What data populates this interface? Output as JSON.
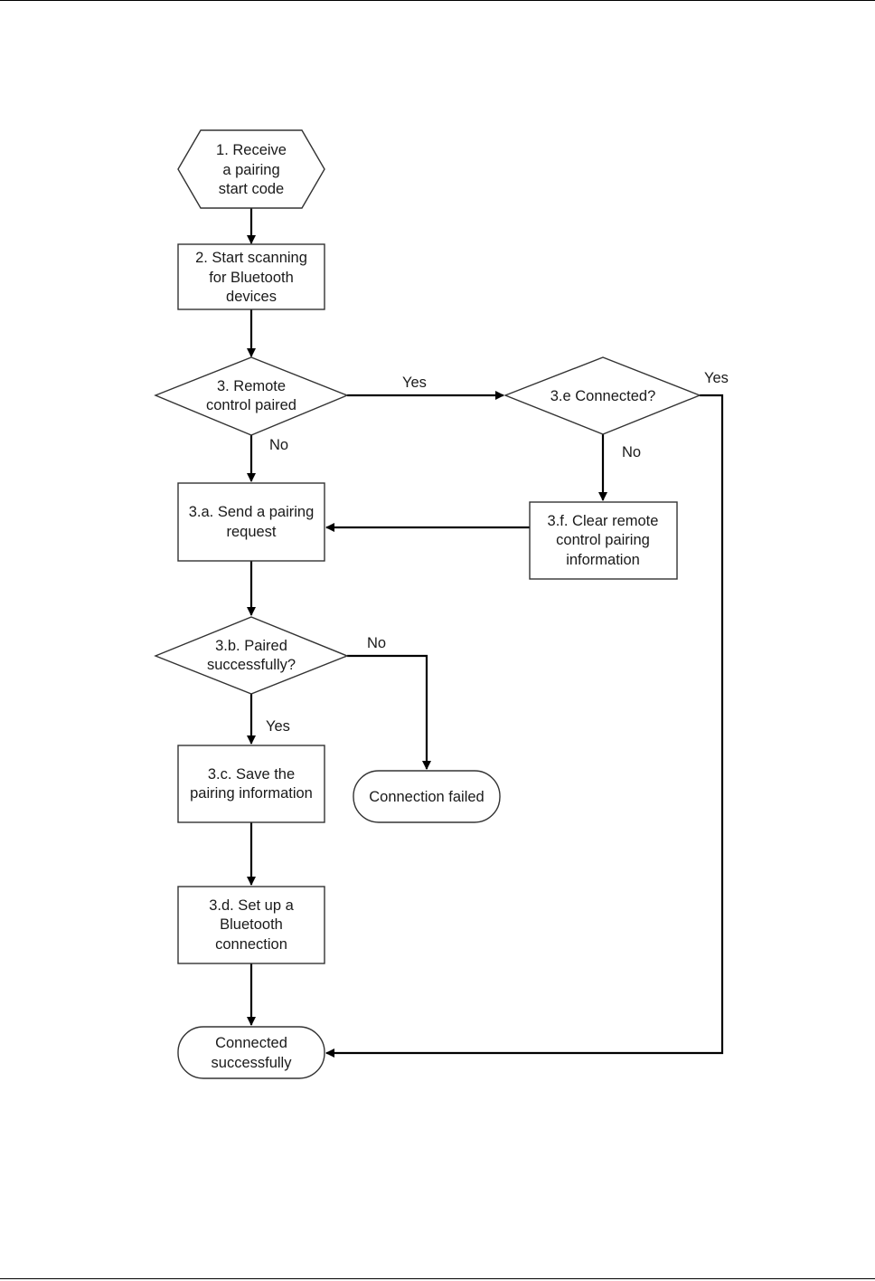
{
  "diagram": {
    "nodes": {
      "receive_code": {
        "shape": "hexagon",
        "lines": [
          "1. Receive",
          "a pairing",
          "start code"
        ]
      },
      "start_scan": {
        "shape": "process",
        "lines": [
          "2. Start scanning",
          "for Bluetooth",
          "devices"
        ]
      },
      "remote_paired": {
        "shape": "decision",
        "lines": [
          "3. Remote",
          "control paired"
        ]
      },
      "connected_check": {
        "shape": "decision",
        "lines": [
          "3.e Connected?"
        ]
      },
      "send_request": {
        "shape": "process",
        "lines": [
          "3.a. Send a pairing",
          "request"
        ]
      },
      "clear_info": {
        "shape": "process",
        "lines": [
          "3.f. Clear remote",
          "control pairing",
          "information"
        ]
      },
      "paired_ok": {
        "shape": "decision",
        "lines": [
          "3.b. Paired",
          "successfully?"
        ]
      },
      "save_info": {
        "shape": "process",
        "lines": [
          "3.c. Save the",
          "pairing information"
        ]
      },
      "connection_failed": {
        "shape": "terminator",
        "lines": [
          "Connection failed"
        ]
      },
      "setup_connection": {
        "shape": "process",
        "lines": [
          "3.d. Set up a",
          "Bluetooth",
          "connection"
        ]
      },
      "connected_ok": {
        "shape": "terminator",
        "lines": [
          "Connected",
          "successfully"
        ]
      }
    },
    "edge_labels": {
      "remote_paired_yes": "Yes",
      "remote_paired_no": "No",
      "connected_check_yes": "Yes",
      "connected_check_no": "No",
      "paired_ok_no": "No",
      "paired_ok_yes": "Yes"
    }
  }
}
